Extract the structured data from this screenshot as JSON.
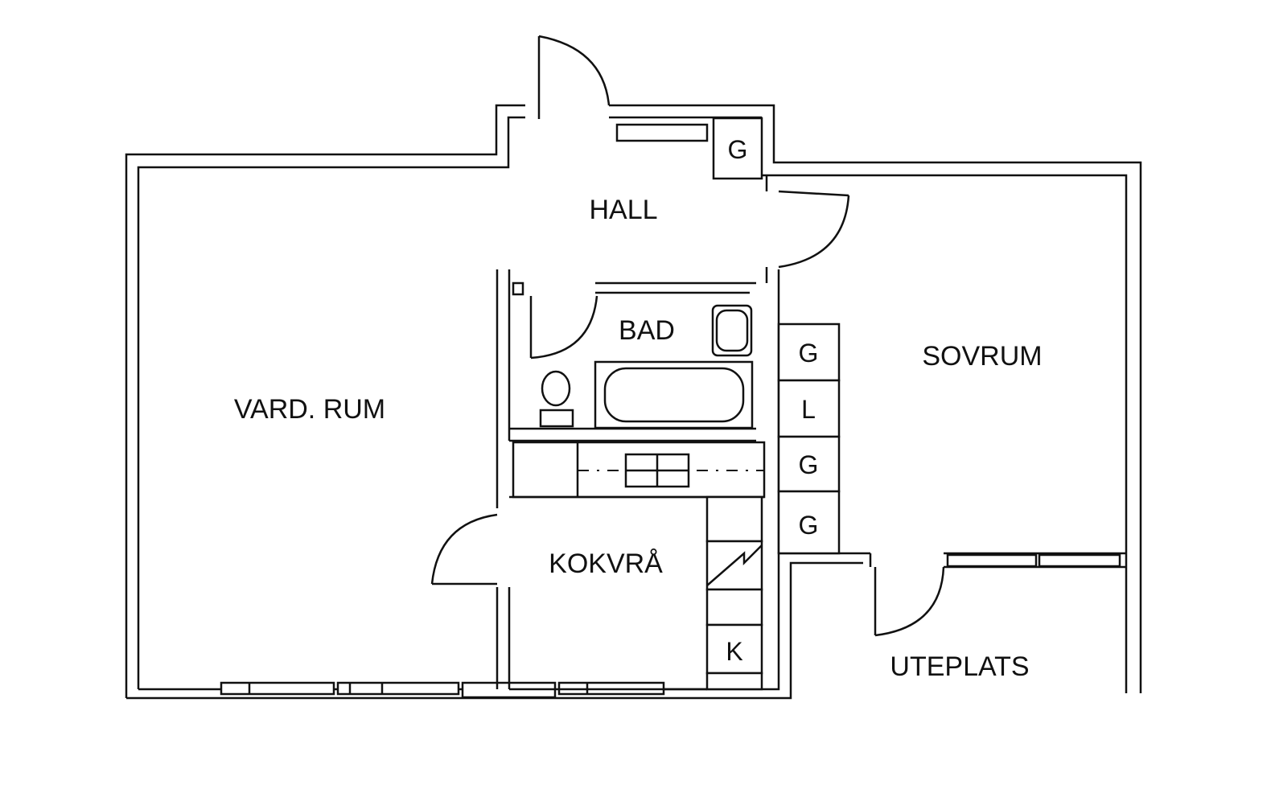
{
  "rooms": {
    "hall": "HALL",
    "bad": "BAD",
    "vardrum": "VARD. RUM",
    "sovrum": "SOVRUM",
    "kokvra": "KOKVRÅ",
    "uteplats": "UTEPLATS"
  },
  "cabinets": {
    "hall_g": "G",
    "sov_g1": "G",
    "sov_l": "L",
    "sov_g2": "G",
    "sov_g3": "G",
    "kitchen_k": "K"
  }
}
